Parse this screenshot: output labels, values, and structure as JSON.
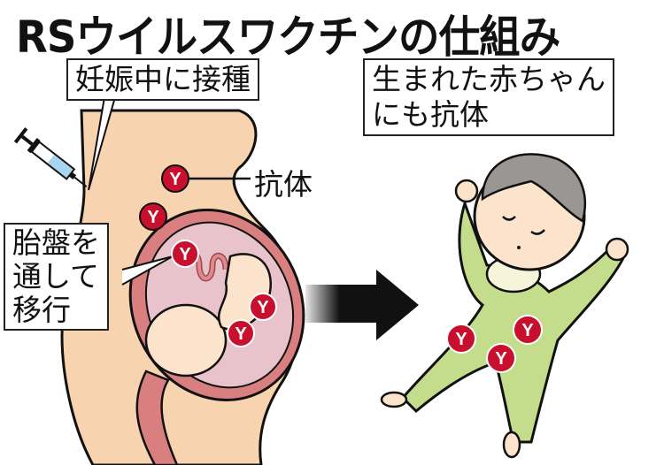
{
  "title": "RSウイルスワクチンの仕組み",
  "labels": {
    "vaccination": "妊娠中に接種",
    "antibody": "抗体",
    "placenta_line1": "胎盤を",
    "placenta_line2": "通して",
    "placenta_line3": "移行",
    "newborn_line1": "生まれた赤ちゃん",
    "newborn_line2": "にも抗体"
  },
  "antibody_symbol": "Y",
  "colors": {
    "skin": "#f7d3b0",
    "uterus": "#d97f7f",
    "amniotic": "#e8c3cc",
    "fetus": "#fbe3cc",
    "antibody_red": "#c8102e",
    "onesie_green": "#c4dd8c",
    "bib": "#f6f5dc",
    "hair": "#9a9693",
    "syringe_fluid": "#a8d4ef"
  }
}
